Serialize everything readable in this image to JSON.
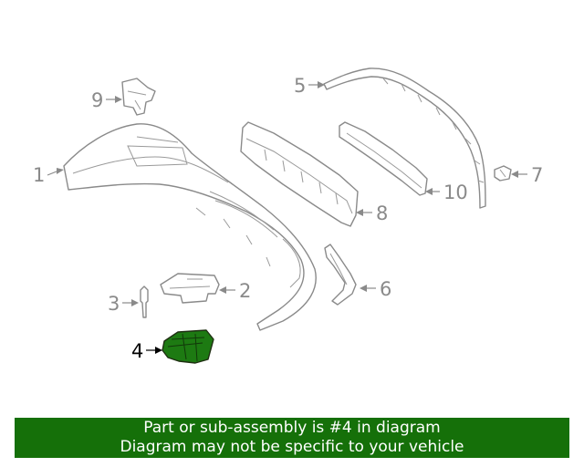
{
  "callouts": {
    "c1": "1",
    "c2": "2",
    "c3": "3",
    "c4": "4",
    "c5": "5",
    "c6": "6",
    "c7": "7",
    "c8": "8",
    "c9": "9",
    "c10": "10"
  },
  "highlighted_part": "4",
  "colors": {
    "highlight": "#1d7a12",
    "banner": "#157009",
    "line": "#8a8a8a"
  },
  "banner": {
    "line1": "Part or sub-assembly is #4 in diagram",
    "line2": "Diagram may not be specific to your vehicle"
  }
}
